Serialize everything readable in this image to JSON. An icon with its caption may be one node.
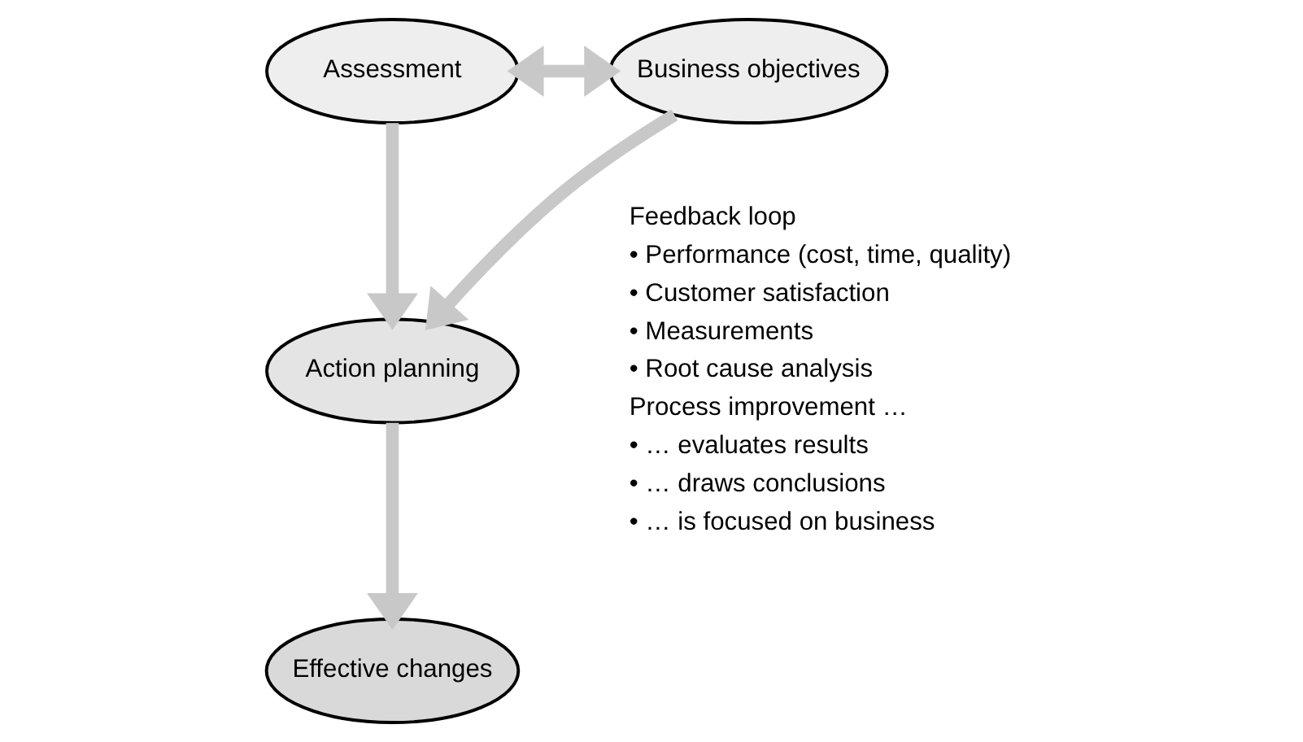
{
  "diagram": {
    "nodes": [
      {
        "text": [
          "Assessment"
        ]
      },
      {
        "text": [
          "Business objectives"
        ]
      },
      {
        "text": [
          "Action planning"
        ]
      },
      {
        "text": [
          "Effective changes"
        ]
      }
    ],
    "edges": [
      {
        "from": 0,
        "to": 1,
        "arrow": "both"
      },
      {
        "from": 0,
        "to": 2,
        "arrow": "to"
      },
      {
        "from": 1,
        "to": 2,
        "arrow": "to"
      },
      {
        "from": 2,
        "to": 3,
        "arrow": "to"
      }
    ],
    "labels": [
      "Feedback loop",
      "• Performance (cost, time, quality)",
      "• Customer satisfaction",
      "• Measurements",
      "• Root cause analysis",
      "Process improvement …",
      "• … evaluates results",
      "• … draws conclusions",
      "• … is focused on business"
    ]
  }
}
